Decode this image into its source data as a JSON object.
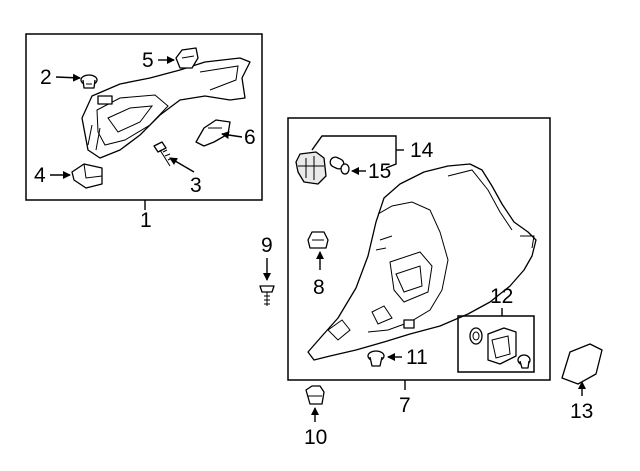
{
  "callouts": {
    "c1": "1",
    "c2": "2",
    "c3": "3",
    "c4": "4",
    "c5": "5",
    "c6": "6",
    "c7": "7",
    "c8": "8",
    "c9": "9",
    "c10": "10",
    "c11": "11",
    "c12": "12",
    "c13": "13",
    "c14": "14",
    "c15": "15"
  },
  "colors": {
    "line": "#000000",
    "background": "#ffffff"
  }
}
